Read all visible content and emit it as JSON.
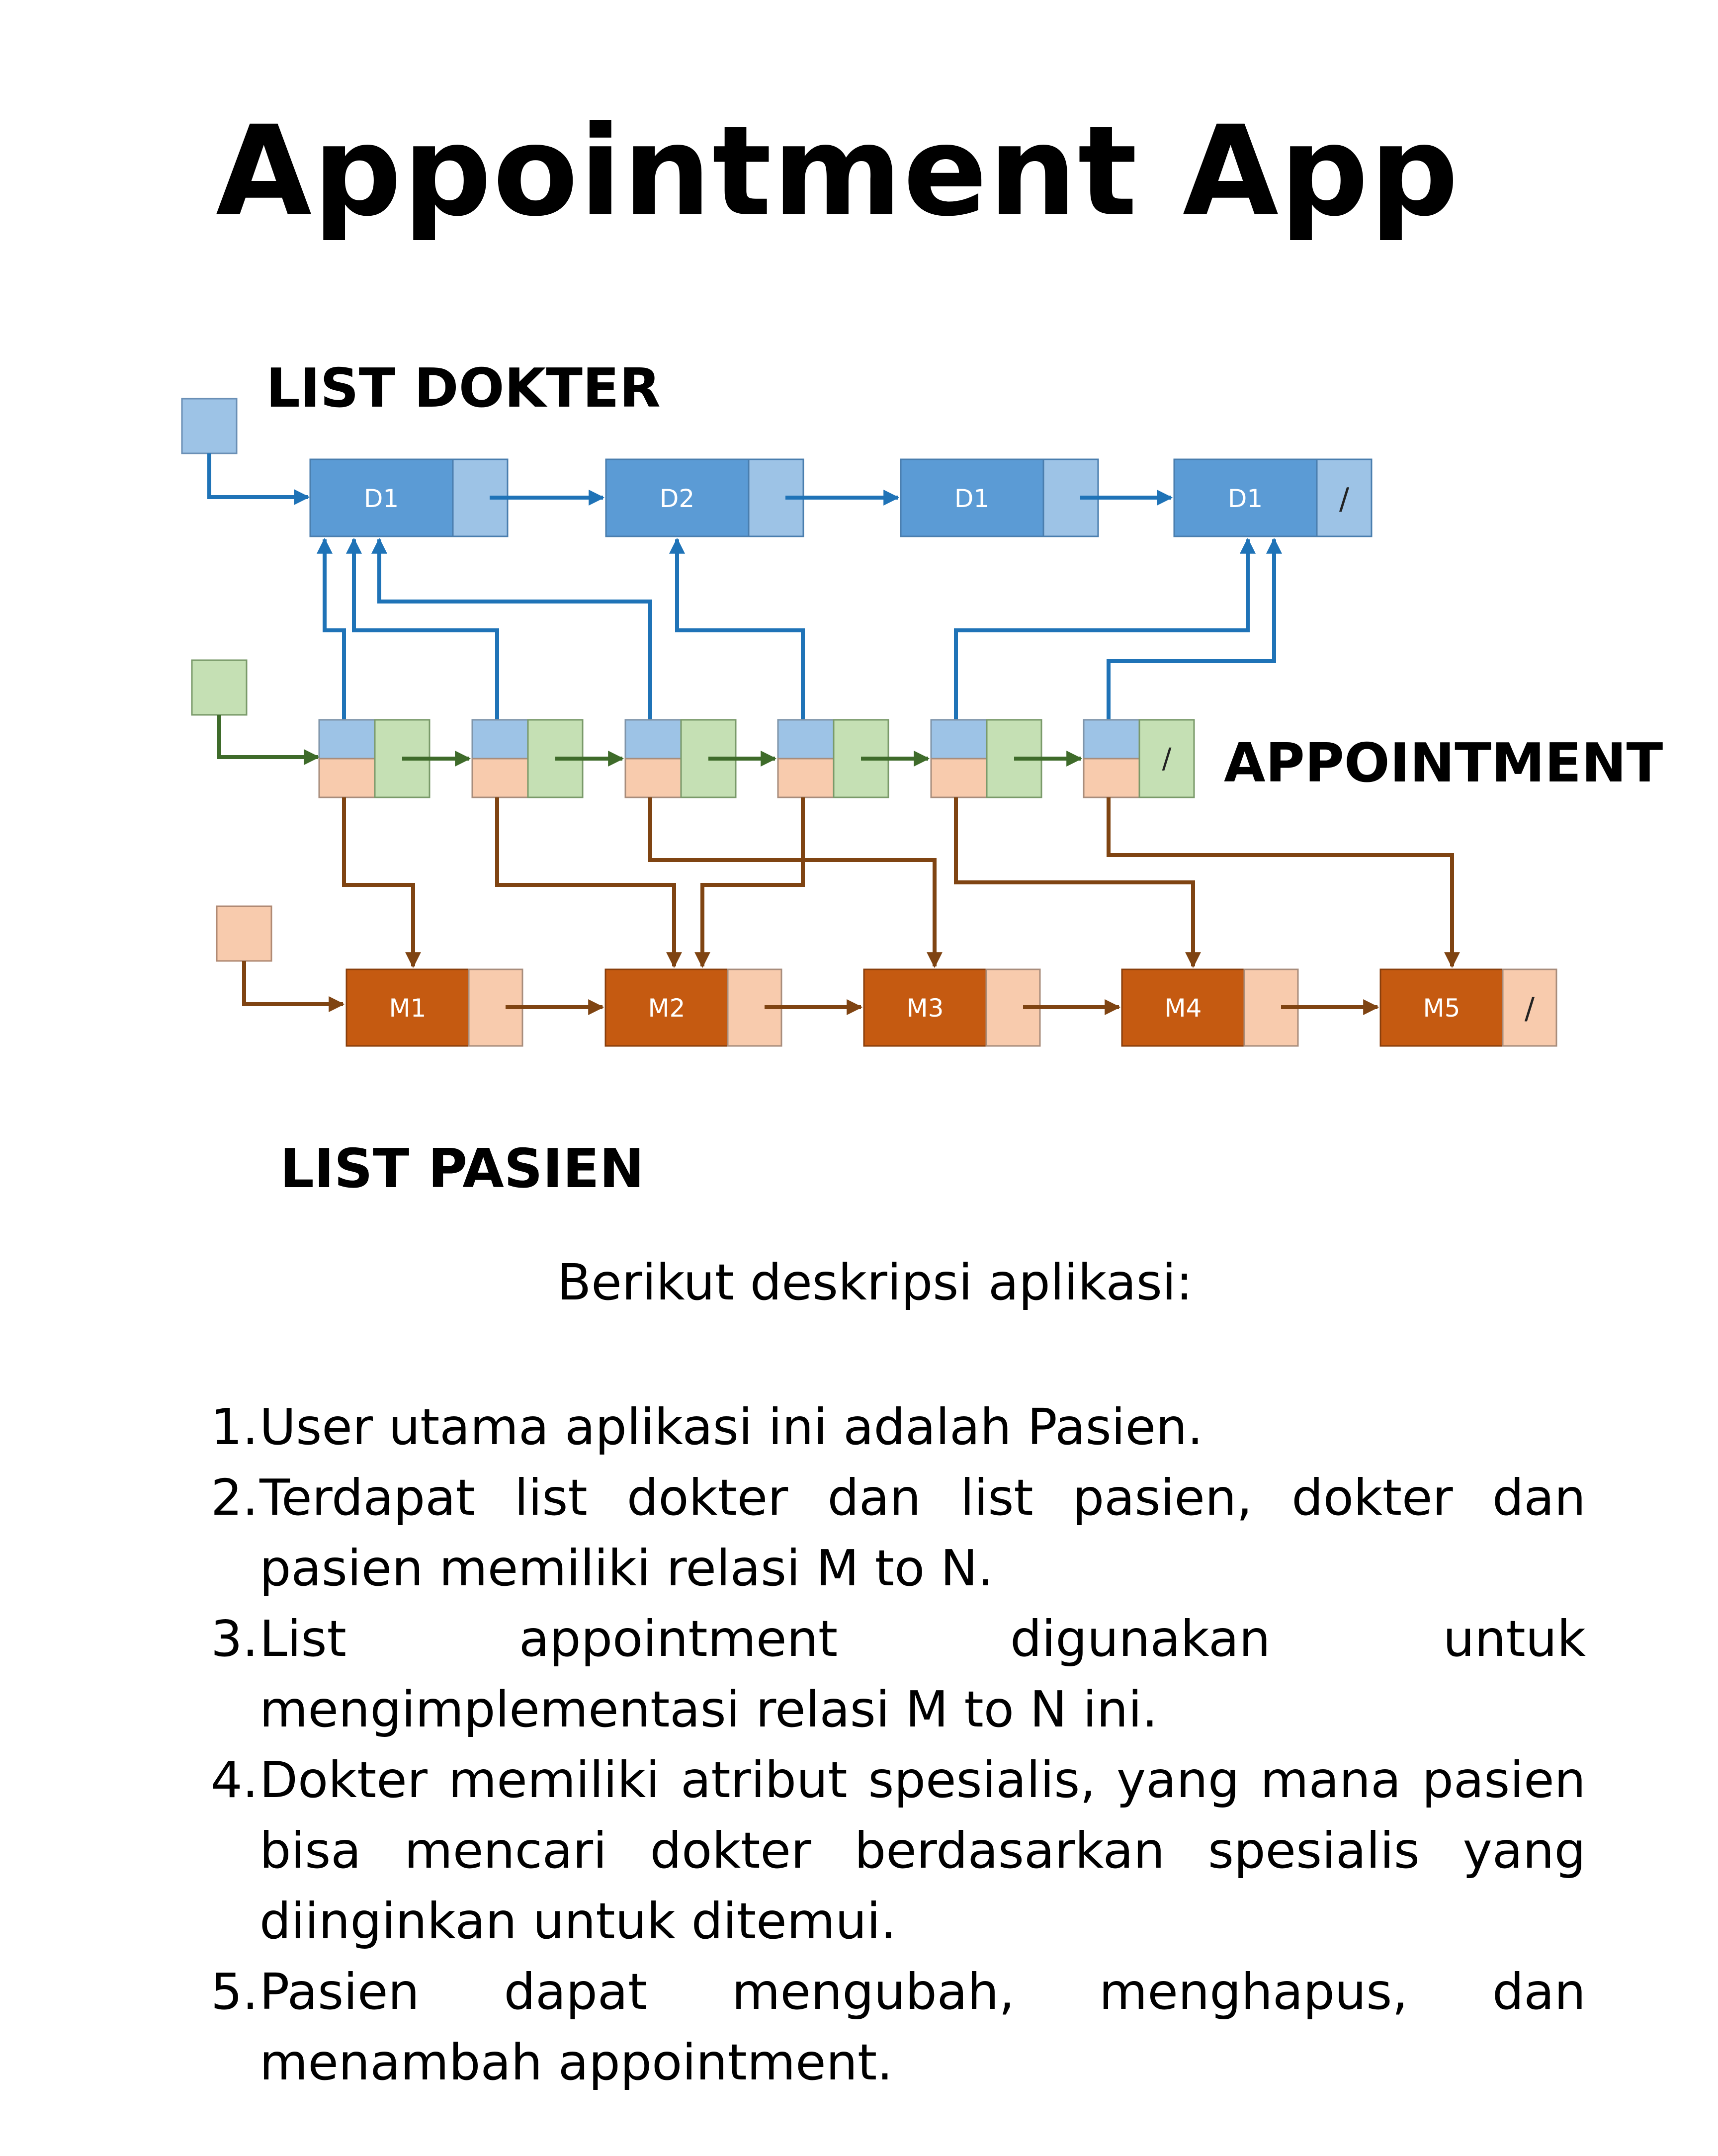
{
  "title": "Appointment App",
  "diagram": {
    "label_dokter": "LIST DOKTER",
    "label_appointment": "APPOINTMENT",
    "label_pasien": "LIST PASIEN",
    "dokter_nodes": [
      "D1",
      "D2",
      "D1",
      "D1"
    ],
    "pasien_nodes": [
      "M1",
      "M2",
      "M3",
      "M4",
      "M5"
    ],
    "null_marker": "/",
    "colors": {
      "dokter": "#5b9bd5",
      "dokter_light": "#9dc3e6",
      "dokter_arrow": "#1f73b7",
      "appointment_green": "#c5e0b4",
      "appointment_arrow": "#3e6b2a",
      "pasien": "#c55a11",
      "pasien_light": "#f8cbad",
      "pasien_arrow": "#7f4412"
    }
  },
  "description": {
    "heading": "Berikut deskripsi aplikasi:",
    "items": [
      {
        "num": "1.",
        "text": "User utama aplikasi ini adalah Pasien."
      },
      {
        "num": "2.",
        "text": "Terdapat list dokter dan list pasien, dokter dan pasien memiliki relasi M to N."
      },
      {
        "num": "3.",
        "text": "List appointment digunakan untuk mengimplementasi relasi M to N ini."
      },
      {
        "num": "4.",
        "text": "Dokter memiliki atribut spesialis, yang mana pasien bisa mencari dokter berdasarkan spesialis yang diinginkan untuk ditemui."
      },
      {
        "num": "5.",
        "text": "Pasien dapat mengubah, menghapus, dan menambah appointment."
      }
    ]
  }
}
